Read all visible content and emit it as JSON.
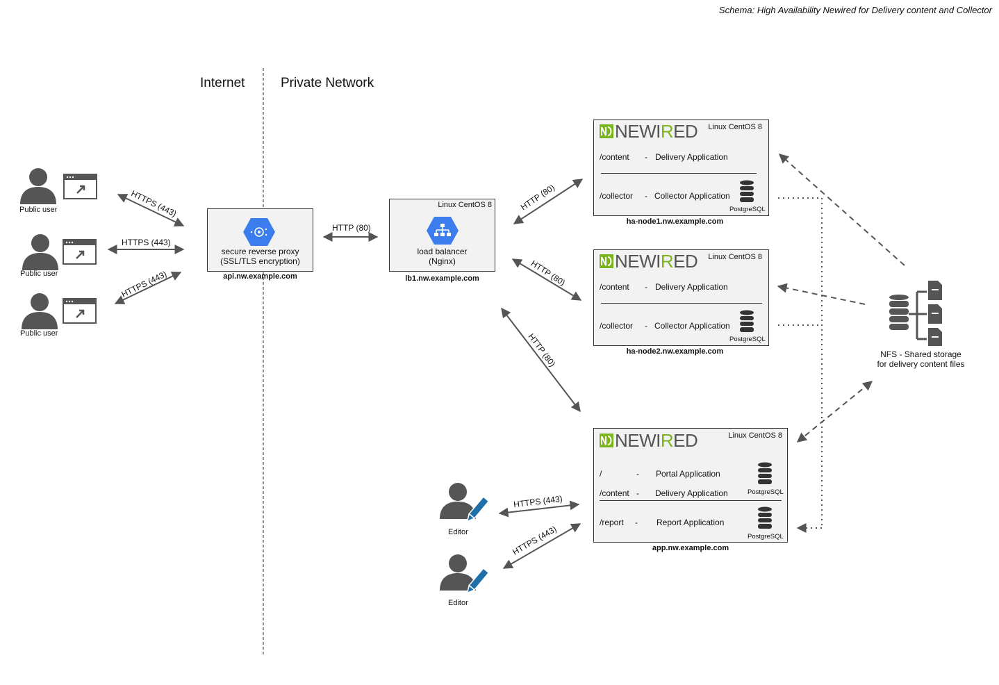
{
  "title": "Schema: High Availability Newired for Delivery content and Collector",
  "zones": {
    "internet": "Internet",
    "private": "Private Network"
  },
  "users": {
    "public_label": "Public user",
    "editor_label": "Editor"
  },
  "links": {
    "https443": "HTTPS (443)",
    "http80": "HTTP (80)"
  },
  "proxy": {
    "line1": "secure reverse proxy",
    "line2": "(SSL/TLS encryption)",
    "host": "api.nw.example.com",
    "icon": "reverse-proxy-icon"
  },
  "lb": {
    "os": "Linux CentOS 8",
    "line1": "load balancer",
    "line2": "(Nginx)",
    "host": "lb1.nw.example.com",
    "icon": "load-balancer-icon"
  },
  "logo": {
    "prefix": "NEWI",
    "accent": "R",
    "suffix": "ED",
    "accent_color": "#7ab51d"
  },
  "node1": {
    "os": "Linux CentOS 8",
    "host": "ha-node1.nw.example.com",
    "rows": [
      {
        "path": "/content",
        "dash": "-",
        "app": "Delivery Application"
      },
      {
        "path": "/collector",
        "dash": "-",
        "app": "Collector Application"
      }
    ],
    "db": "PostgreSQL"
  },
  "node2": {
    "os": "Linux CentOS 8",
    "host": "ha-node2.nw.example.com",
    "rows": [
      {
        "path": "/content",
        "dash": "-",
        "app": "Delivery Application"
      },
      {
        "path": "/collector",
        "dash": "-",
        "app": "Collector Application"
      }
    ],
    "db": "PostgreSQL"
  },
  "app": {
    "os": "Linux CentOS 8",
    "host": "app.nw.example.com",
    "rows": [
      {
        "path": "/",
        "dash": "-",
        "app": "Portal Application"
      },
      {
        "path": "/content",
        "dash": "-",
        "app": "Delivery Application"
      },
      {
        "path": "/report",
        "dash": "-",
        "app": "Report Application"
      }
    ],
    "db": "PostgreSQL"
  },
  "nfs": {
    "line1": "NFS - Shared storage",
    "line2": "for delivery content files"
  },
  "colors": {
    "arrow": "#555555",
    "google_blue": "#3b7ded",
    "editor_pen": "#1f6fa8",
    "person": "#555555"
  }
}
